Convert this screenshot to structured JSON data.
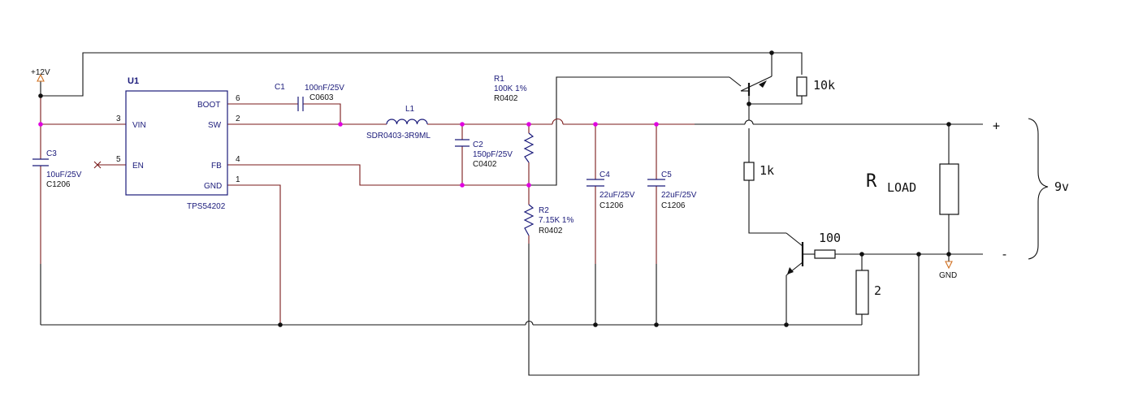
{
  "power": {
    "supply": "+12V",
    "gnd": "GND"
  },
  "u1": {
    "ref": "U1",
    "part": "TPS54202",
    "pins": [
      {
        "num": "6",
        "name": "BOOT"
      },
      {
        "num": "2",
        "name": "SW"
      },
      {
        "num": "3",
        "name": "VIN"
      },
      {
        "num": "5",
        "name": "EN"
      },
      {
        "num": "4",
        "name": "FB"
      },
      {
        "num": "1",
        "name": "GND"
      }
    ]
  },
  "c1": {
    "ref": "C1",
    "value": "100nF/25V",
    "pkg": "C0603"
  },
  "l1": {
    "ref": "L1",
    "part": "SDR0403-3R9ML"
  },
  "c2": {
    "ref": "C2",
    "value": "150pF/25V",
    "pkg": "C0402"
  },
  "r1": {
    "ref": "R1",
    "value": "100K 1%",
    "pkg": "R0402"
  },
  "r2": {
    "ref": "R2",
    "value": "7.15K 1%",
    "pkg": "R0402"
  },
  "c3": {
    "ref": "C3",
    "value": "10uF/25V",
    "pkg": "C1206"
  },
  "c4": {
    "ref": "C4",
    "value": "22uF/25V",
    "pkg": "C1206"
  },
  "c5": {
    "ref": "C5",
    "value": "22uF/25V",
    "pkg": "C1206"
  },
  "added": {
    "r10k": "10k",
    "r1k": "1k",
    "r100": "100",
    "r2": "2",
    "rload_main": "R",
    "rload_sub": "LOAD",
    "plus": "+",
    "minus": "-",
    "voltage": "9v"
  },
  "colors": {
    "wire_black": "#111111",
    "wire_red": "#7a1a1a",
    "symbol_blue": "#1a1a7a",
    "junction": "#e000e0"
  }
}
